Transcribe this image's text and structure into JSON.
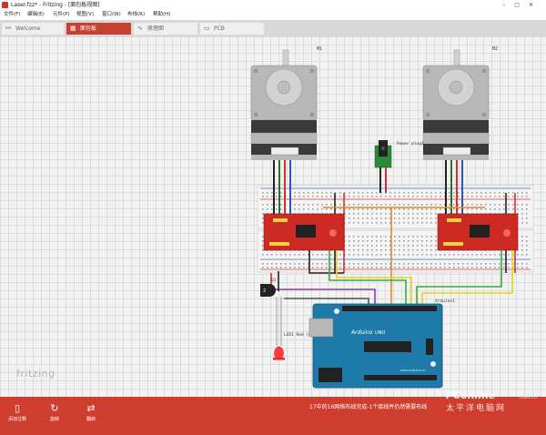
{
  "window": {
    "title": "Laser.fzz* - Fritzing - [面包板视图]"
  },
  "menu": [
    "文件(F)",
    "编辑(E)",
    "元件(P)",
    "视图(V)",
    "窗口(W)",
    "布线(R)",
    "帮助(H)"
  ],
  "tabs": [
    {
      "label": "Welcome",
      "icon": "welcome-icon"
    },
    {
      "label": "面包板",
      "icon": "breadboard-icon"
    },
    {
      "label": "原理图",
      "icon": "schematic-icon"
    },
    {
      "label": "PCB",
      "icon": "pcb-icon"
    }
  ],
  "canvas": {
    "motor1_label": "M1",
    "motor2_label": "M2",
    "power_plug_label": "Power plug1",
    "transistor_label": "Q1",
    "led_label": "LED1 Red (633nm)",
    "arduino_label": "Arduino1",
    "arduino_brand": "Arduino",
    "arduino_model": "UNO",
    "arduino_web": "www.arduino.cc",
    "logo": "fritzing"
  },
  "toolbar": {
    "add_note": "添加注释",
    "rotate": "旋转",
    "flip": "翻转"
  },
  "status": "17中的16网络布线完成-1个接线件仍然需要布线",
  "watermark": {
    "brand": "PConline",
    "cn": "太平洋电脑网",
    "site": ".com.cn"
  },
  "colors": {
    "accent": "#c84032",
    "canvas": "#f2f2f2",
    "driver": "#cc2a22",
    "arduino": "#1e7aa8"
  }
}
